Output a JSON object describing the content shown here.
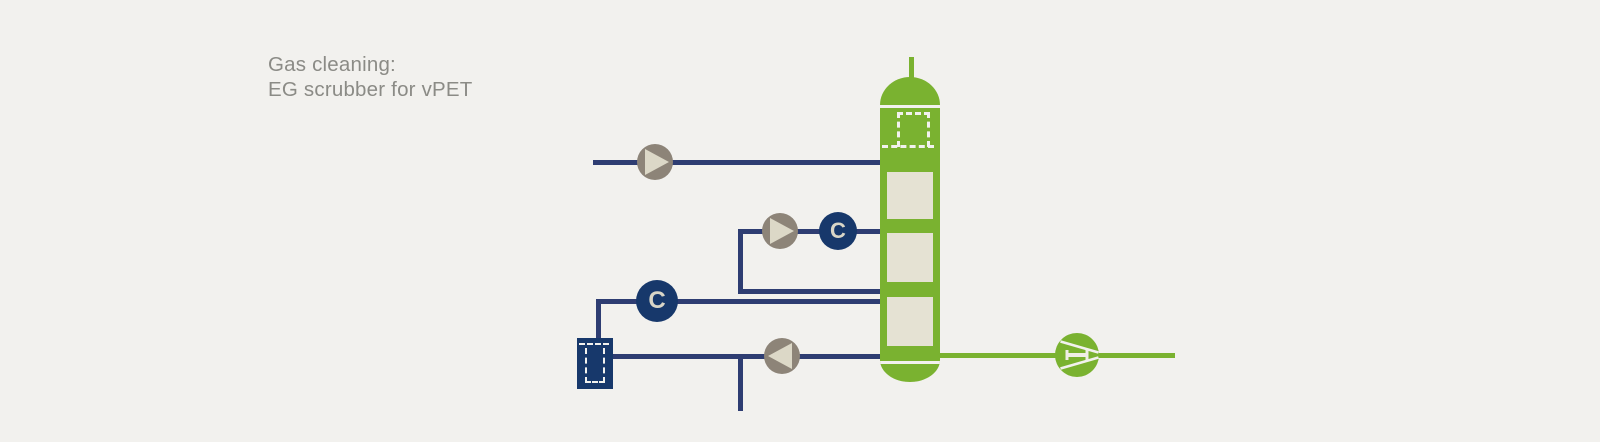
{
  "title": {
    "line1": "Gas cleaning:",
    "line2": "EG scrubber for vPET"
  },
  "diagram": {
    "cooler_labels": [
      "C",
      "C"
    ],
    "icons": [
      "scrubber-column-icon",
      "demister-dashed-icon",
      "packing-section-icon",
      "pump-icon",
      "pump-icon",
      "pump-icon",
      "cooler-icon",
      "cooler-icon",
      "tank-icon",
      "fan-valve-icon"
    ],
    "packing_sections": 3,
    "colors": {
      "background": "#f2f1ee",
      "pipe_navy": "#2e3d72",
      "navy_fill": "#17386b",
      "green": "#7ab230",
      "packing_beige": "#e5e2d3",
      "pump_gray": "#8d8478",
      "triangle_beige": "#dcd8c7",
      "label_cream": "#d9d6c7",
      "title_gray": "#8b8b86"
    }
  }
}
